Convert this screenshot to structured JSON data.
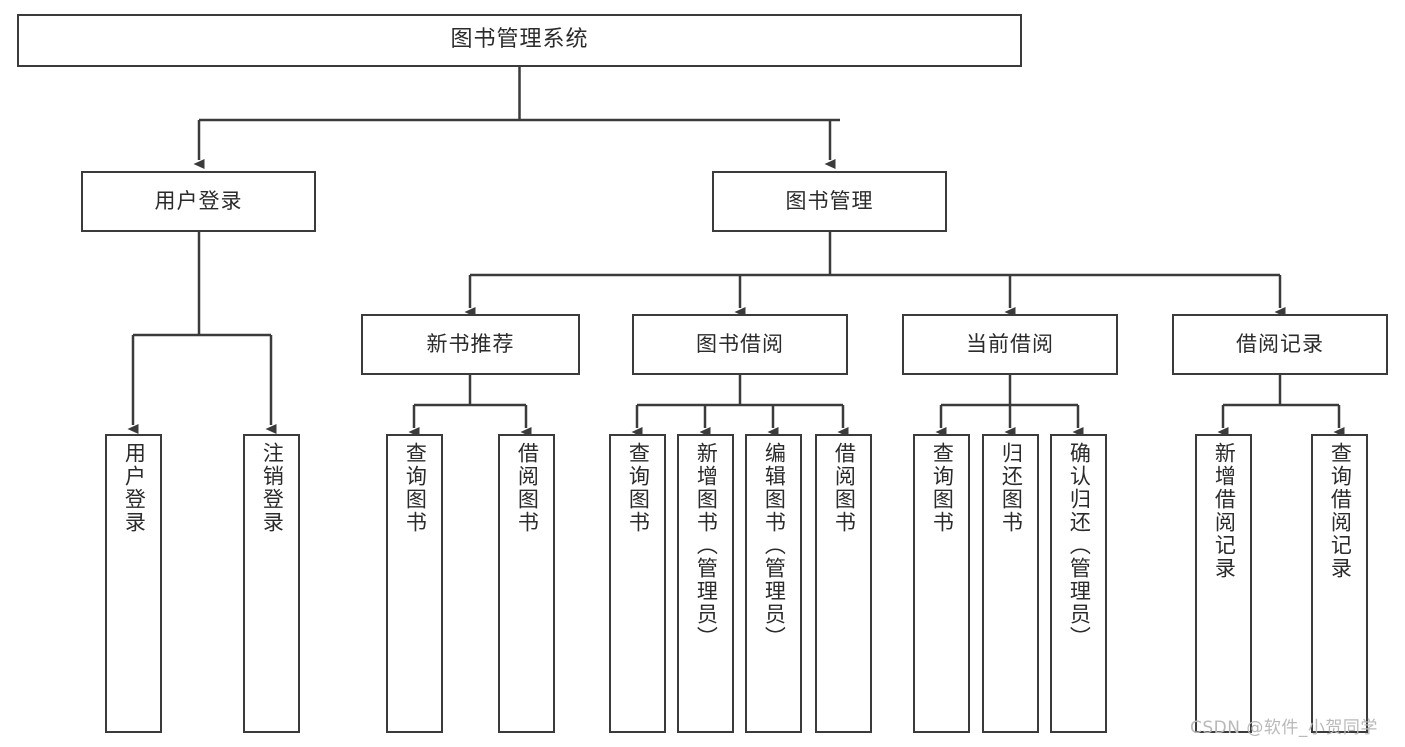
{
  "diagram": {
    "title": "图书管理系统",
    "type": "tree-hierarchy",
    "watermark": "CSDN @软件_小贺同学",
    "colors": {
      "box_border": "#3b3b3b",
      "box_fill": "#ffffff",
      "connector": "#3b3b3b",
      "text": "#2b2b2b",
      "watermark": "#b9b9b9",
      "background": "#ffffff"
    }
  },
  "nodes": {
    "root": {
      "label": "图书管理系统"
    },
    "level2": [
      {
        "id": "user-login",
        "label": "用户登录"
      },
      {
        "id": "book-manage",
        "label": "图书管理"
      }
    ],
    "level3": [
      {
        "id": "new-book-recommend",
        "label": "新书推荐"
      },
      {
        "id": "book-borrow",
        "label": "图书借阅"
      },
      {
        "id": "current-borrow",
        "label": "当前借阅"
      },
      {
        "id": "borrow-record",
        "label": "借阅记录"
      }
    ],
    "leaves": {
      "user_login": [
        {
          "id": "leaf-user-login",
          "label": "用户登录"
        },
        {
          "id": "leaf-logout",
          "label": "注销登录"
        }
      ],
      "new_book_recommend": [
        {
          "id": "leaf-query-book-1",
          "label": "查询图书"
        },
        {
          "id": "leaf-borrow-book-1",
          "label": "借阅图书"
        }
      ],
      "book_borrow": [
        {
          "id": "leaf-query-book-2",
          "label": "查询图书"
        },
        {
          "id": "leaf-add-book",
          "label": "新增图书（管理员）"
        },
        {
          "id": "leaf-edit-book",
          "label": "编辑图书（管理员）"
        },
        {
          "id": "leaf-borrow-book-2",
          "label": "借阅图书"
        }
      ],
      "current_borrow": [
        {
          "id": "leaf-query-book-3",
          "label": "查询图书"
        },
        {
          "id": "leaf-return-book",
          "label": "归还图书"
        },
        {
          "id": "leaf-confirm-return",
          "label": "确认归还（管理员）"
        }
      ],
      "borrow_record": [
        {
          "id": "leaf-add-record",
          "label": "新增借阅记录"
        },
        {
          "id": "leaf-query-record",
          "label": "查询借阅记录"
        }
      ]
    }
  }
}
